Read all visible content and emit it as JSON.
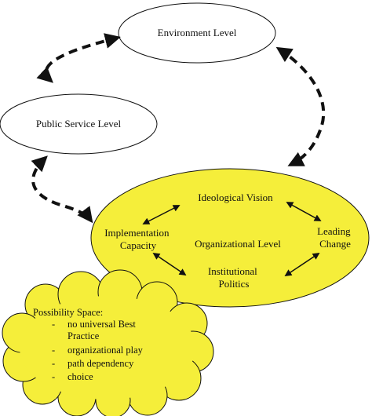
{
  "nodes": {
    "environment": {
      "label": "Environment Level"
    },
    "public_service": {
      "label": "Public Service Level"
    },
    "organizational": {
      "center_label": "Organizational Level",
      "ideological_vision": "Ideological Vision",
      "implementation_capacity": [
        "Implementation",
        "Capacity"
      ],
      "leading_change": [
        "Leading",
        "Change"
      ],
      "institutional_politics": [
        "Institutional",
        "Politics"
      ]
    }
  },
  "possibility_space": {
    "title": "Possibility Space:",
    "items": [
      [
        "no universal Best",
        "Practice"
      ],
      [
        "organizational play"
      ],
      [
        "path dependency"
      ],
      [
        "choice"
      ]
    ],
    "bullet": "-"
  },
  "colors": {
    "level_fill": "#ffffff",
    "org_fill": "#f5ee3a",
    "cloud_fill": "#f5ee3a",
    "stroke": "#111111"
  }
}
